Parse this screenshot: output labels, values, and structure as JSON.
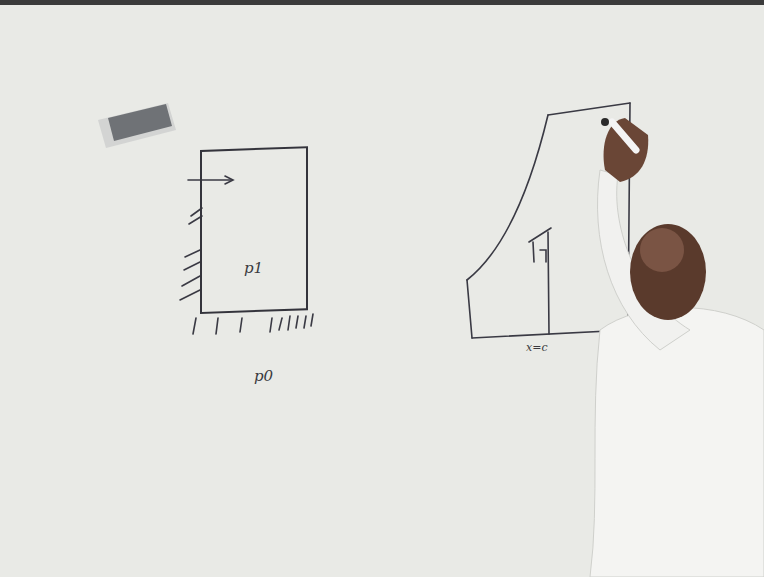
{
  "diagram": {
    "nodes": [
      {
        "text": [
          "p1"
        ]
      }
    ],
    "labels": [
      "p0",
      "x=c"
    ]
  }
}
